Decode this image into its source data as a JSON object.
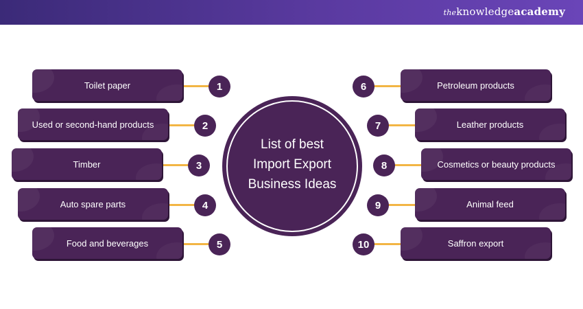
{
  "brand": {
    "prefix": "the",
    "name": "knowledge",
    "suffix": "academy"
  },
  "center": {
    "line1": "List of best",
    "line2": "Import Export",
    "line3": "Business Ideas"
  },
  "ideas": [
    {
      "number": "1",
      "label": "Toilet paper"
    },
    {
      "number": "2",
      "label": "Used or second-hand products"
    },
    {
      "number": "3",
      "label": "Timber"
    },
    {
      "number": "4",
      "label": "Auto spare parts"
    },
    {
      "number": "5",
      "label": "Food and beverages"
    },
    {
      "number": "6",
      "label": "Petroleum products"
    },
    {
      "number": "7",
      "label": "Leather products"
    },
    {
      "number": "8",
      "label": "Cosmetics or beauty products"
    },
    {
      "number": "9",
      "label": "Animal feed"
    },
    {
      "number": "10",
      "label": "Saffron export"
    }
  ],
  "colors": {
    "card": "#4a2457",
    "connector": "#f2b544",
    "header": "#5a3aa0"
  }
}
